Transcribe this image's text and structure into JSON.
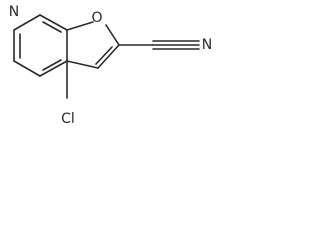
{
  "molecule": {
    "atoms": {
      "pyridine_nitrogen": "N",
      "furan_oxygen": "O",
      "nitrile_nitrogen": "N",
      "chlorine": "Cl"
    }
  }
}
